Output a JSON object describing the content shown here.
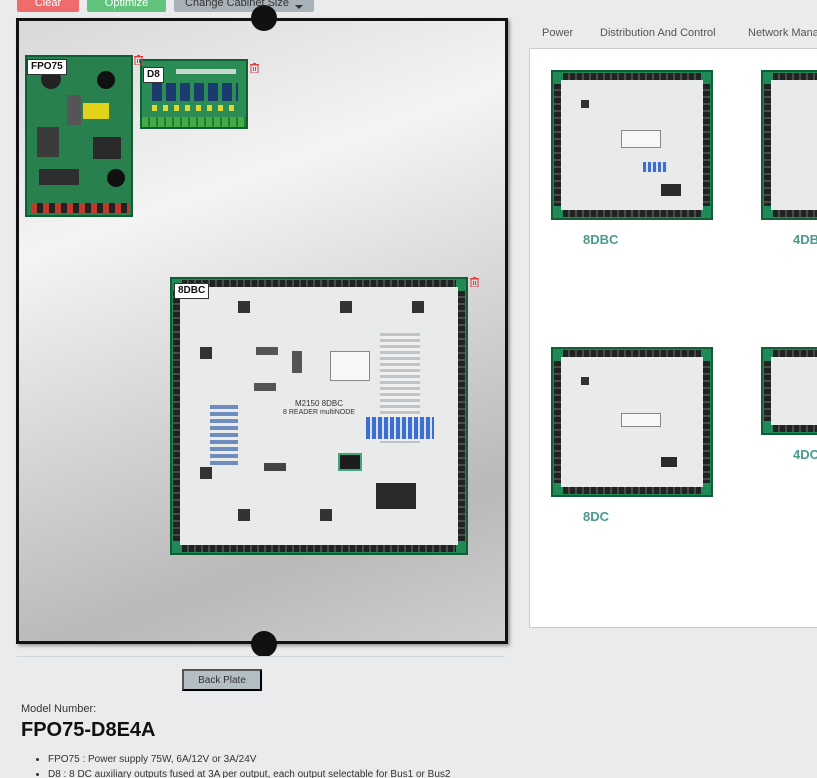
{
  "toolbar": {
    "clear_label": "Clear",
    "optimize_label": "Optimize",
    "cabinet_size_label": "Change Cabinet Size"
  },
  "cabinet": {
    "modules": [
      {
        "tag": "FPO75"
      },
      {
        "tag": "D8"
      },
      {
        "tag": "8DBC"
      }
    ],
    "board_text": {
      "main_title": "M2150 8DBC",
      "main_subtitle": "8 READER multiNODE"
    }
  },
  "back_plate_label": "Back Plate",
  "model": {
    "label": "Model Number:",
    "number": "FPO75-D8E4A",
    "features": [
      "FPO75 : Power supply 75W, 6A/12V or 3A/24V",
      "D8 : 8 DC auxiliary outputs fused at 3A per output, each output selectable for Bus1 or Bus2"
    ]
  },
  "catalog": {
    "tabs": [
      "Power",
      "Distribution And Control",
      "Network Mana"
    ],
    "items": [
      {
        "label": "8DBC"
      },
      {
        "label": "4DB"
      },
      {
        "label": "8DC"
      },
      {
        "label": "4DC"
      }
    ]
  },
  "colors": {
    "clear": "#ef6c6c",
    "optimize": "#62c47c",
    "accent_label": "#4a9a8e",
    "board_green": "#1f8a55"
  }
}
